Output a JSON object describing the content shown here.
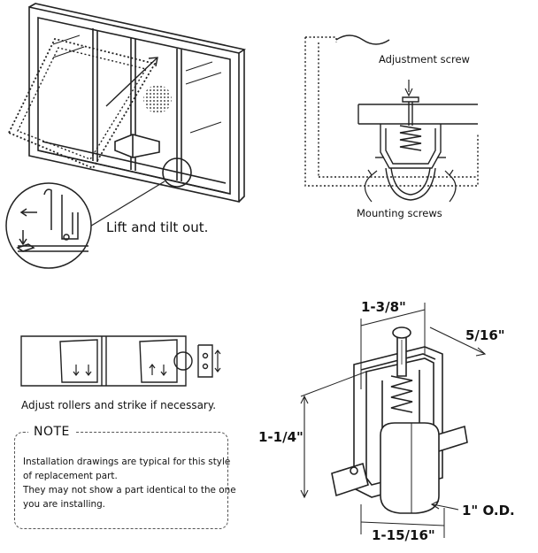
{
  "labels": {
    "lift_tilt": "Lift and tilt out.",
    "adjustment_screw": "Adjustment screw",
    "mounting_screws": "Mounting screws",
    "adjust_rollers": "Adjust rollers and strike if necessary."
  },
  "note": {
    "title": "NOTE",
    "lines": [
      "Installation drawings are typical for this style",
      "of replacement part.",
      "They may not show a part identical to the one",
      "you are installing."
    ]
  },
  "dimensions": {
    "top_width": "1-3/8\"",
    "thickness": "5/16\"",
    "height": "1-1/4\"",
    "wheel_od": "1\" O.D.",
    "bottom_width": "1-15/16\""
  }
}
